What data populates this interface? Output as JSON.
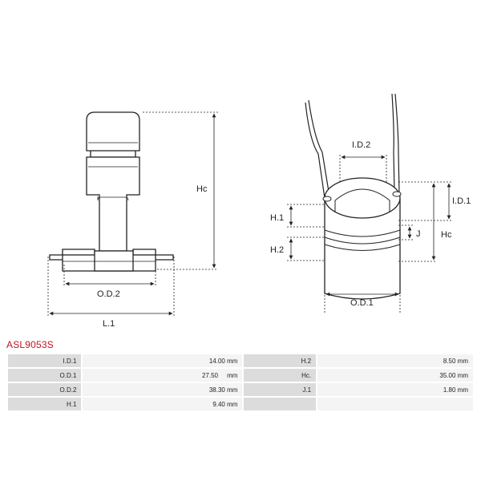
{
  "diagram": {
    "labels": {
      "hc_left": "Hc",
      "od2": "O.D.2",
      "l1": "L.1",
      "id2": "I.D.2",
      "id1": "I.D.1",
      "h1": "H.1",
      "h2": "H.2",
      "j": "J",
      "hc_right": "Hc",
      "od1": "O.D.1"
    }
  },
  "part_number": "ASL9053S",
  "specs": {
    "rows": [
      {
        "label_a": "I.D.1",
        "value_a": "14.00 mm",
        "label_b": "H.2",
        "value_b": "8.50 mm"
      },
      {
        "label_a": "O.D.1",
        "value_a": "27.50     mm",
        "label_b": "Hc.",
        "value_b": "35.00 mm"
      },
      {
        "label_a": "O.D.2",
        "value_a": "38.30 mm",
        "label_b": "J.1",
        "value_b": "1.80 mm"
      },
      {
        "label_a": "H.1",
        "value_a": "9.40 mm",
        "label_b": "",
        "value_b": ""
      }
    ]
  }
}
